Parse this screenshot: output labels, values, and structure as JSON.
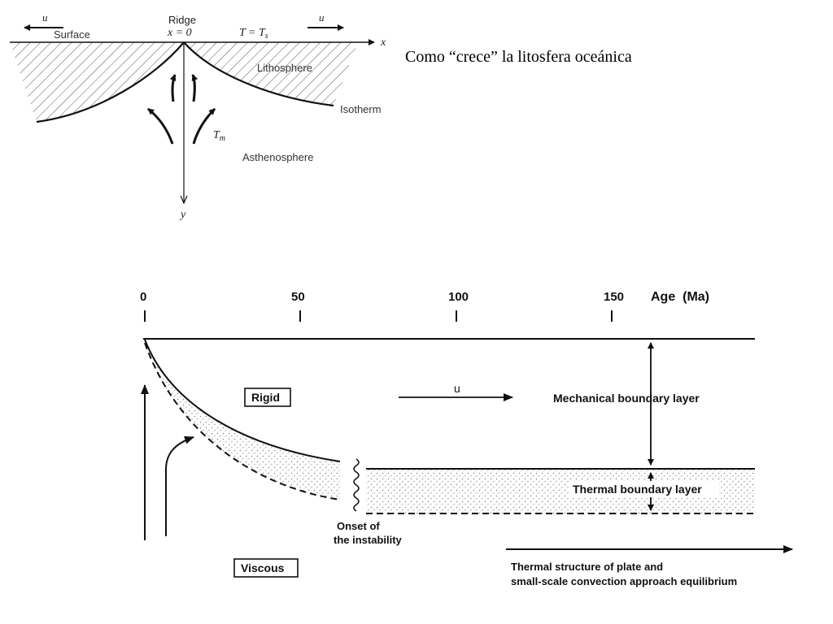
{
  "slide": {
    "caption": "Como “crece” la litosfera oceánica"
  },
  "top_diagram": {
    "ridge_label": "Ridge",
    "ridge_x": "x = 0",
    "surface_label": "Surface",
    "surface_temp": "T = T",
    "surface_temp_sub": "s",
    "velocity_left": "u",
    "velocity_right": "u",
    "x_axis": "x",
    "y_axis": "y",
    "lithosphere_label": "Lithosphere",
    "isotherm_label": "Isotherm",
    "mantle_temp": "T",
    "mantle_temp_sub": "m",
    "asthenosphere_label": "Asthenosphere"
  },
  "bottom_diagram": {
    "age_axis_label": "Age  (Ma)",
    "age_ticks": [
      "0",
      "50",
      "100",
      "150"
    ],
    "rigid_label": "Rigid",
    "viscous_label": "Viscous",
    "velocity_label": "u",
    "mechanical_layer_label": "Mechanical boundary layer",
    "thermal_layer_label": "Thermal boundary layer",
    "onset_line1": "Onset of",
    "onset_line2": "the instability",
    "equilibrium_line1": "Thermal structure of plate and",
    "equilibrium_line2": "small-scale convection approach equilibrium"
  }
}
